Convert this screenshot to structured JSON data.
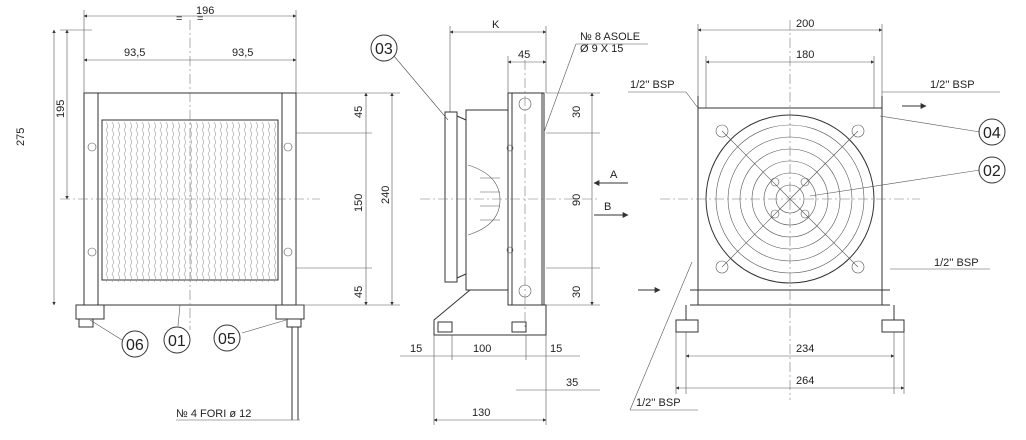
{
  "front_view": {
    "dim_top": "196",
    "dim_eq": "=",
    "dim_half_left": "93,5",
    "dim_half_right": "93,5",
    "dim_195": "195",
    "dim_275": "275",
    "dim_45_top": "45",
    "dim_150": "150",
    "dim_45_bottom": "45",
    "dim_240": "240",
    "holes_note": "№ 4 FORI ø 12",
    "callouts": [
      "06",
      "01",
      "05"
    ]
  },
  "side_view": {
    "dim_k": "K",
    "dim_45": "45",
    "slots_line1": "№ 8 ASOLE",
    "slots_line2": "Ø 9 X 15",
    "dim_30_top": "30",
    "dim_90": "90",
    "dim_30_bottom": "30",
    "dim_15_left": "15",
    "dim_100": "100",
    "dim_15_right": "15",
    "dim_35": "35",
    "dim_130": "130",
    "flow_a": "A",
    "flow_b": "B",
    "callout": "03"
  },
  "rear_view": {
    "dim_200": "200",
    "dim_180": "180",
    "dim_234": "234",
    "dim_264": "264",
    "bsp_top_left": "1/2'' BSP",
    "bsp_top_right": "1/2'' BSP",
    "bsp_bottom_right": "1/2'' BSP",
    "bsp_bottom_left": "1/2'' BSP",
    "callouts": [
      "04",
      "02"
    ]
  }
}
